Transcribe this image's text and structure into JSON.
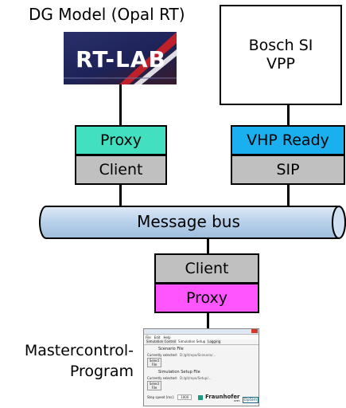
{
  "dg_model": {
    "title": "DG Model (Opal RT)",
    "logo_text": "RT-LAB"
  },
  "bosch": {
    "label": "Bosch SI\nVPP"
  },
  "left_stack": {
    "proxy": "Proxy",
    "client": "Client",
    "proxy_color": "#40e0c0",
    "client_color": "#c0c0c0"
  },
  "right_stack": {
    "vhp": "VHP Ready",
    "sip": "SIP",
    "vhp_color": "#1ab0f0",
    "sip_color": "#c0c0c0"
  },
  "bus": {
    "label": "Message bus",
    "color": "#c5dcf0"
  },
  "bottom_stack": {
    "client": "Client",
    "proxy": "Proxy",
    "client_color": "#c0c0c0",
    "proxy_color": "#ff55ff"
  },
  "master": {
    "label": "Mastercontrol-\nProgram"
  },
  "screenshot": {
    "menu": [
      "File",
      "Edit",
      "Help"
    ],
    "tabs": [
      "Simulation Control",
      "Simulation Setup",
      "Logging"
    ],
    "scenario_heading": "Scenario File",
    "scenario_status": "Currently selected:",
    "scenario_value": "D:/git/repo/Scenario/...",
    "scenario_button": "Select File",
    "setup_heading": "Simulation Setup File",
    "setup_status": "Currently selected:",
    "setup_value": "D:/git/repo/Setup/...",
    "setup_button": "Select File",
    "step_label": "Step speed [ms]:",
    "step_value": "1000",
    "brand": "Fraunhofer",
    "brand_sub": "IWES",
    "brand2": "OpSim"
  }
}
